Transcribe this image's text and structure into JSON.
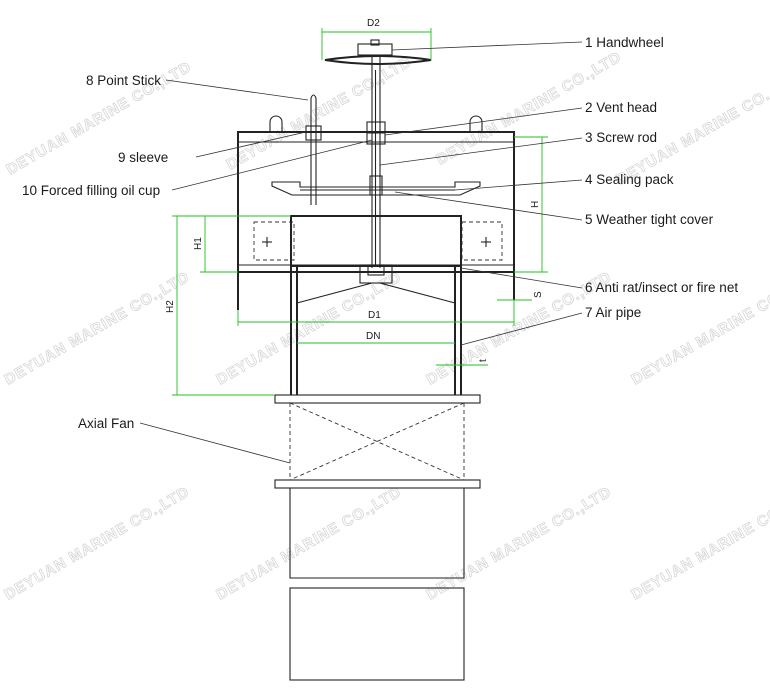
{
  "watermark": "DEYUAN MARINE CO.,LTD",
  "labels": {
    "handwheel": "1 Handwheel",
    "vent_head": "2 Vent head",
    "screw_rod": "3 Screw rod",
    "sealing_pack": "4 Sealing pack",
    "weather_tight_cover": "5 Weather tight cover",
    "anti_rat_net": "6 Anti rat/insect or fire net",
    "air_pipe": "7 Air pipe",
    "point_stick": "8 Point Stick",
    "sleeve": "9 sleeve",
    "oil_cup": "10 Forced filling oil cup",
    "axial_fan": "Axial Fan"
  },
  "dimensions": {
    "d2": "D2",
    "d1": "D1",
    "dn": "DN",
    "h": "H",
    "h1": "H1",
    "h2": "H2",
    "s": "S",
    "t": "t"
  }
}
